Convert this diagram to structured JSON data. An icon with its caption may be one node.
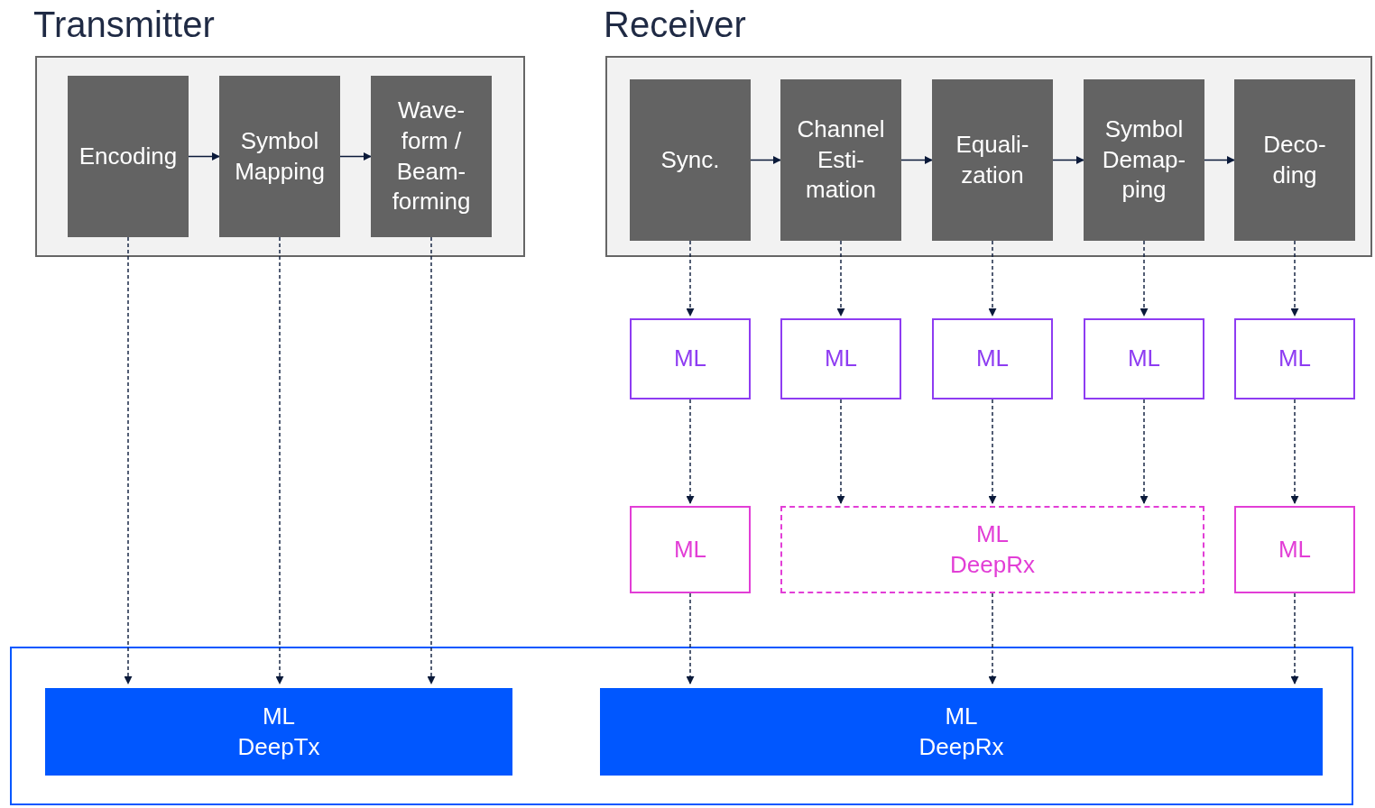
{
  "diagram": {
    "nodes": [
      {
        "text": [
          "Transmitter"
        ]
      },
      {
        "text": [
          "Encoding"
        ],
        "in": 0
      },
      {
        "text": [
          "Symbol Mapping"
        ],
        "in": 0
      },
      {
        "text": [
          "Wave- form / Beam- forming"
        ],
        "in": 0
      },
      {
        "text": [
          "Receiver"
        ]
      },
      {
        "text": [
          "Sync."
        ],
        "in": 4
      },
      {
        "text": [
          "Channel Esti- mation"
        ],
        "in": 4
      },
      {
        "text": [
          "Equali- zation"
        ],
        "in": 4
      },
      {
        "text": [
          "Symbol Demap- ping"
        ],
        "in": 4
      },
      {
        "text": [
          "Deco- ding"
        ],
        "in": 4
      },
      {
        "text": [
          "ML"
        ]
      },
      {
        "text": [
          "ML"
        ]
      },
      {
        "text": [
          "ML"
        ]
      },
      {
        "text": [
          "ML"
        ]
      },
      {
        "text": [
          "ML"
        ]
      },
      {
        "text": [
          "ML"
        ]
      },
      {
        "text": [
          "ML",
          "DeepRx"
        ]
      },
      {
        "text": [
          "ML"
        ]
      },
      {
        "text": [],
        "shape": "box"
      },
      {
        "text": [
          "ML",
          "DeepTx"
        ],
        "in": 18
      },
      {
        "text": [
          "ML",
          "DeepRx"
        ],
        "in": 18
      }
    ],
    "edges": [
      {
        "from": 1,
        "to": 2,
        "arrow": "to"
      },
      {
        "from": 2,
        "to": 3,
        "arrow": "to"
      },
      {
        "from": 5,
        "to": 6,
        "arrow": "to"
      },
      {
        "from": 6,
        "to": 7,
        "arrow": "to"
      },
      {
        "from": 7,
        "to": 8,
        "arrow": "to"
      },
      {
        "from": 8,
        "to": 9,
        "arrow": "to"
      },
      {
        "from": 1,
        "to": 19,
        "arrow": "to",
        "style": "dashed"
      },
      {
        "from": 2,
        "to": 19,
        "arrow": "to",
        "style": "dashed"
      },
      {
        "from": 3,
        "to": 19,
        "arrow": "to",
        "style": "dashed"
      },
      {
        "from": 5,
        "to": 10,
        "arrow": "to",
        "style": "dashed"
      },
      {
        "from": 6,
        "to": 11,
        "arrow": "to",
        "style": "dashed"
      },
      {
        "from": 7,
        "to": 12,
        "arrow": "to",
        "style": "dashed"
      },
      {
        "from": 8,
        "to": 13,
        "arrow": "to",
        "style": "dashed"
      },
      {
        "from": 9,
        "to": 14,
        "arrow": "to",
        "style": "dashed"
      },
      {
        "from": 10,
        "to": 15,
        "arrow": "to",
        "style": "dashed"
      },
      {
        "from": 11,
        "to": 16,
        "arrow": "to",
        "style": "dashed"
      },
      {
        "from": 12,
        "to": 16,
        "arrow": "to",
        "style": "dashed"
      },
      {
        "from": 13,
        "to": 16,
        "arrow": "to",
        "style": "dashed"
      },
      {
        "from": 14,
        "to": 17,
        "arrow": "to",
        "style": "dashed"
      },
      {
        "from": 15,
        "to": 20,
        "arrow": "to",
        "style": "dashed"
      },
      {
        "from": 16,
        "to": 20,
        "arrow": "to",
        "style": "dashed"
      },
      {
        "from": 17,
        "to": 20,
        "arrow": "to",
        "style": "dashed"
      }
    ]
  }
}
